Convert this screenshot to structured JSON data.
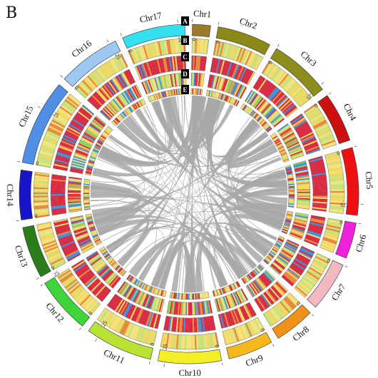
{
  "figure": {
    "panel_letter": "B",
    "track_labels": [
      "A",
      "B",
      "C",
      "D",
      "E"
    ]
  },
  "chart_data": {
    "type": "circos",
    "chromosomes": [
      {
        "name": "Chr1",
        "length": 8,
        "color": "#9b7a2a"
      },
      {
        "name": "Chr2",
        "length": 24,
        "color": "#8c8a16"
      },
      {
        "name": "Chr3",
        "length": 27,
        "color": "#8b8e1c"
      },
      {
        "name": "Chr4",
        "length": 22,
        "color": "#cc1111"
      },
      {
        "name": "Chr5",
        "length": 30,
        "color": "#ee1111"
      },
      {
        "name": "Chr6",
        "length": 16,
        "color": "#ee22dd"
      },
      {
        "name": "Chr7",
        "length": 22,
        "color": "#f4b8c0"
      },
      {
        "name": "Chr8",
        "length": 18,
        "color": "#f0921a"
      },
      {
        "name": "Chr9",
        "length": 20,
        "color": "#f7b81c"
      },
      {
        "name": "Chr10",
        "length": 28,
        "color": "#f4ee26"
      },
      {
        "name": "Chr11",
        "length": 30,
        "color": "#b9e235"
      },
      {
        "name": "Chr12",
        "length": 25,
        "color": "#3fd43a"
      },
      {
        "name": "Chr13",
        "length": 23,
        "color": "#2a7d1a"
      },
      {
        "name": "Chr14",
        "length": 22,
        "color": "#1616c8"
      },
      {
        "name": "Chr15",
        "length": 38,
        "color": "#4f8fe6"
      },
      {
        "name": "Chr16",
        "length": 28,
        "color": "#9dc8f2"
      },
      {
        "name": "Chr17",
        "length": 28,
        "color": "#34e0f0"
      }
    ],
    "tick_labels": [
      "0",
      "25"
    ],
    "heat_colors": [
      "#d7263d",
      "#f6d55c",
      "#c5e17a",
      "#3a8fd9",
      "#e8863a",
      "#8fce5d",
      "#f2e27a"
    ],
    "link_color": "#a8a8a8"
  }
}
